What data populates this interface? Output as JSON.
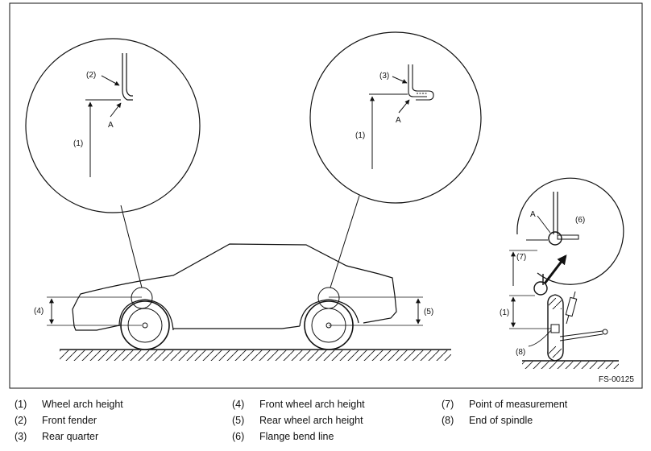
{
  "figure_code": "FS-00125",
  "callouts": {
    "n1": "(1)",
    "n2": "(2)",
    "n3": "(3)",
    "n4": "(4)",
    "n5": "(5)",
    "n6": "(6)",
    "n7": "(7)",
    "n8": "(8)",
    "a": "A"
  },
  "legend": [
    {
      "num": "(1)",
      "text": "Wheel arch height"
    },
    {
      "num": "(2)",
      "text": "Front fender"
    },
    {
      "num": "(3)",
      "text": "Rear quarter"
    },
    {
      "num": "(4)",
      "text": "Front wheel arch height"
    },
    {
      "num": "(5)",
      "text": "Rear wheel arch height"
    },
    {
      "num": "(6)",
      "text": "Flange bend line"
    },
    {
      "num": "(7)",
      "text": "Point of measurement"
    },
    {
      "num": "(8)",
      "text": "End of spindle"
    }
  ]
}
